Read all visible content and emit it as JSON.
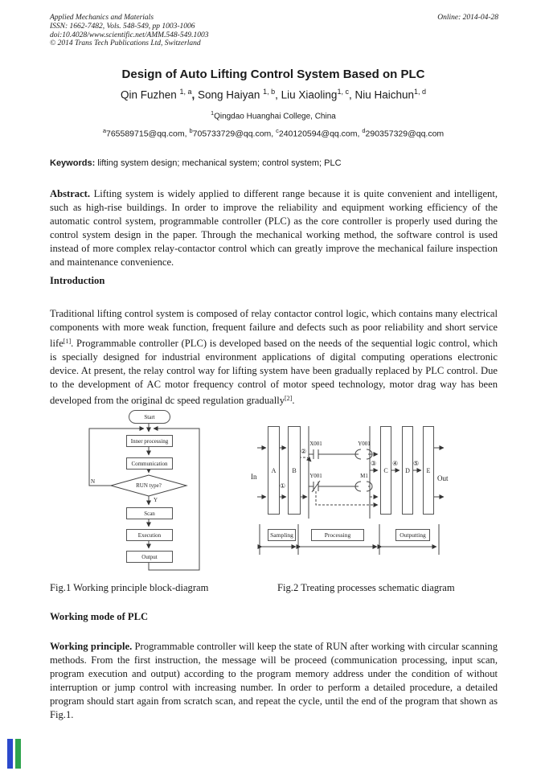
{
  "header": {
    "journal": "Applied Mechanics and Materials",
    "issn_line": "ISSN: 1662-7482, Vols. 548-549, pp 1003-1006",
    "doi_line": "doi:10.4028/www.scientific.net/AMM.548-549.1003",
    "copyright_line": "© 2014 Trans Tech Publications Ltd, Switzerland",
    "online_date": "Online: 2014-04-28"
  },
  "title": "Design of Auto Lifting Control System Based on PLC",
  "authors": [
    {
      "name": "Qin Fuzhen ",
      "sup": "1, a",
      "sep": ", "
    },
    {
      "name": "Song Haiyan ",
      "sup": "1, b",
      "sep": ", "
    },
    {
      "name": "Liu Xiaoling",
      "sup": "1, c",
      "sep": ", "
    },
    {
      "name": "Niu Haichun",
      "sup": "1, d",
      "sep": ""
    }
  ],
  "affiliation": {
    "sup": "1",
    "text": "Qingdao Huanghai College, China"
  },
  "emails": [
    {
      "sup": "a",
      "text": "765589715@qq.com, "
    },
    {
      "sup": "b",
      "text": "705733729@qq.com, "
    },
    {
      "sup": "c",
      "text": "240120594@qq.com, "
    },
    {
      "sup": "d",
      "text": "290357329@qq.com"
    }
  ],
  "keywords": {
    "label": "Keywords:",
    "text": " lifting system design; mechanical system; control system; PLC"
  },
  "abstract": {
    "label": "Abstract.",
    "text": " Lifting system is widely applied to different range because it is quite convenient and intelligent, such as high-rise buildings. In order to improve the reliability and equipment working efficiency of the automatic control system, programmable controller (PLC) as the core controller is properly used during the control system design in the paper. Through the mechanical working method, the software control is used instead of more complex relay-contactor control which can greatly improve the mechanical failure inspection and maintenance convenience."
  },
  "introduction": {
    "heading": "Introduction",
    "part1": "Traditional lifting control system is composed of relay contactor control logic, which contains many electrical components with more weak function, frequent failure and defects such as poor reliability and short service life",
    "ref1": "[1]",
    "part2": ". Programmable controller (PLC) is developed based on the needs of the sequential logic control, which is specially designed for industrial environment applications of digital computing operations electronic device. At present, the relay control way for lifting system have been gradually replaced by PLC control. Due to the development of AC motor frequency control of motor speed technology, motor drag way has been developed from the original dc speed regulation gradually",
    "ref2": "[2]",
    "part3": "."
  },
  "fig1": {
    "caption": "Fig.1 Working principle block-diagram",
    "nodes": {
      "start": "Start",
      "inner": "Inner processing",
      "comm": "Communication",
      "run": "RUN type?",
      "scan": "Scan",
      "exec": "Execution",
      "output": "Output",
      "no": "N",
      "yes": "Y"
    }
  },
  "fig2": {
    "caption": "Fig.2 Treating processes schematic diagram",
    "labels": {
      "in": "In",
      "out": "Out",
      "a": "A",
      "b": "B",
      "c": "C",
      "d": "D",
      "e": "E",
      "x001": "X001",
      "y001_top": "Y001",
      "y001_bot": "Y001",
      "m1": "M1",
      "n1": "①",
      "n2": "②",
      "n3": "③",
      "n4": "④",
      "n5": "⑤",
      "sampling": "Sampling",
      "processing": "Processing",
      "outputting": "Outputting"
    }
  },
  "working_mode": {
    "heading": "Working mode of PLC",
    "principle_label": "Working principle.",
    "principle_text": " Programmable controller will keep the state of RUN after working with circular scanning methods. From the first instruction, the message will be proceed (communication processing, input scan, program execution and output) according to the program memory address under the condition of without interruption or jump control with increasing number. In order to perform a detailed procedure, a detailed program should start again from scratch scan, and repeat the cycle, until the end of the program that shown as Fig.1."
  },
  "corner_logo": {
    "blue": "#2b49cc",
    "green": "#2fa44e"
  }
}
